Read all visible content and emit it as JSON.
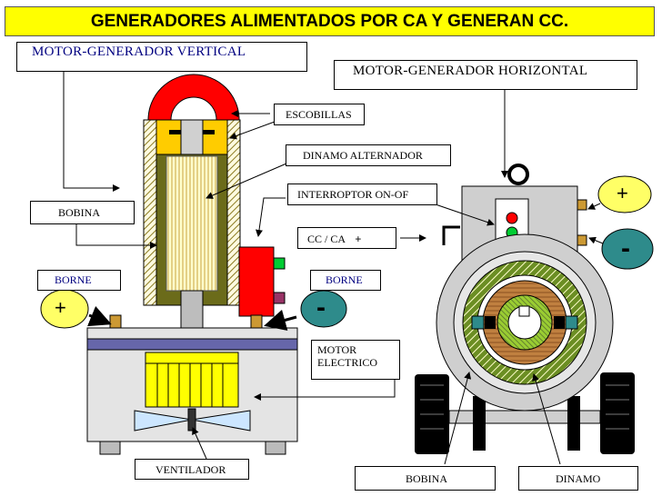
{
  "title": "GENERADORES ALIMENTADOS POR CA Y GENERAN CC.",
  "labels": {
    "vertical": "MOTOR-GENERADOR  VERTICAL",
    "horizontal": "MOTOR-GENERADOR HORIZONTAL",
    "escobillas": "ESCOBILLAS",
    "dinamo_alternador": "DINAMO ALTERNADOR",
    "interruptor": "INTERROPTOR ON-OF",
    "cc_ca": "CC / CA",
    "bobina_left": "BOBINA",
    "borne_left": "BORNE",
    "borne_right": "BORNE",
    "motor_electrico_1": "MOTOR",
    "motor_electrico_2": "ELECTRICO",
    "ventilador": "VENTILADOR",
    "bobina_bottom": "BOBINA",
    "dinamo": "DINAMO"
  },
  "signs": {
    "plus": "+",
    "minus": "-"
  },
  "colors": {
    "title_bg": "#ffff00",
    "magnet": "#ff0000",
    "coil_frame": "#6b6b1a",
    "armature": "#ffffcc",
    "motor_yellow": "#ffff00",
    "fan_blue": "#cce6ff",
    "positive": "#ffff66",
    "negative": "#2e8b8b",
    "housing_gray": "#cfcfcf",
    "dynamo_green": "#6b8e23",
    "dynamo_copper": "#c08040"
  }
}
